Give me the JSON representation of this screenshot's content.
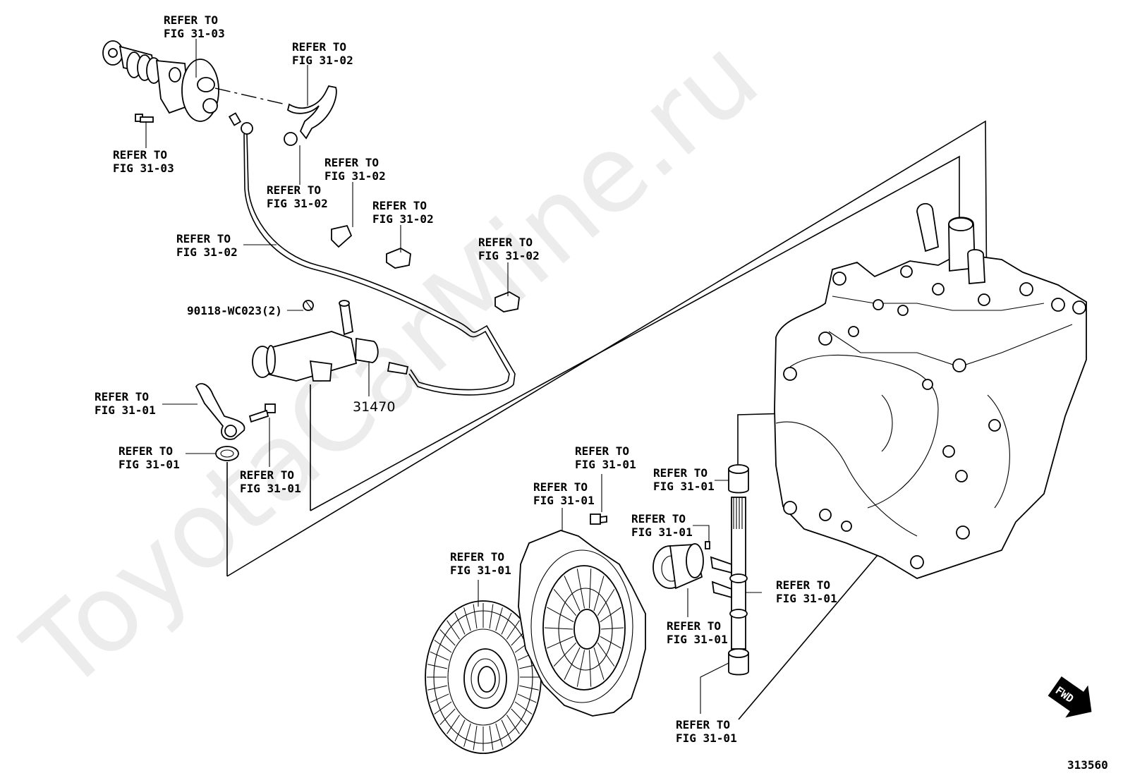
{
  "watermark": "ToyotaCarMine.ru",
  "catalog_number": "313560",
  "fwd_label": "FWD",
  "part_numbers": {
    "clutch_release_cylinder": "31470",
    "bolt": "90118-WC023(2)"
  },
  "refer_labels": {
    "l1": {
      "line1": "REFER TO",
      "line2": "FIG 31-03"
    },
    "l2": {
      "line1": "REFER TO",
      "line2": "FIG 31-02"
    },
    "l3": {
      "line1": "REFER TO",
      "line2": "FIG 31-03"
    },
    "l4": {
      "line1": "REFER TO",
      "line2": "FIG 31-02"
    },
    "l5": {
      "line1": "REFER TO",
      "line2": "FIG 31-02"
    },
    "l6": {
      "line1": "REFER TO",
      "line2": "FIG 31-02"
    },
    "l7": {
      "line1": "REFER TO",
      "line2": "FIG 31-02"
    },
    "l8": {
      "line1": "REFER TO",
      "line2": "FIG 31-02"
    },
    "l9": {
      "line1": "REFER TO",
      "line2": "FIG 31-01"
    },
    "l10": {
      "line1": "REFER TO",
      "line2": "FIG 31-01"
    },
    "l11": {
      "line1": "REFER TO",
      "line2": "FIG 31-01"
    },
    "l12": {
      "line1": "REFER TO",
      "line2": "FIG 31-01"
    },
    "l13": {
      "line1": "REFER TO",
      "line2": "FIG 31-01"
    },
    "l14": {
      "line1": "REFER TO",
      "line2": "FIG 31-01"
    },
    "l15": {
      "line1": "REFER TO",
      "line2": "FIG 31-01"
    },
    "l16": {
      "line1": "REFER TO",
      "line2": "FIG 31-01"
    },
    "l17": {
      "line1": "REFER TO",
      "line2": "FIG 31-01"
    },
    "l18": {
      "line1": "REFER TO",
      "line2": "FIG 31-01"
    },
    "l19": {
      "line1": "REFER TO",
      "line2": "FIG 31-01"
    }
  }
}
